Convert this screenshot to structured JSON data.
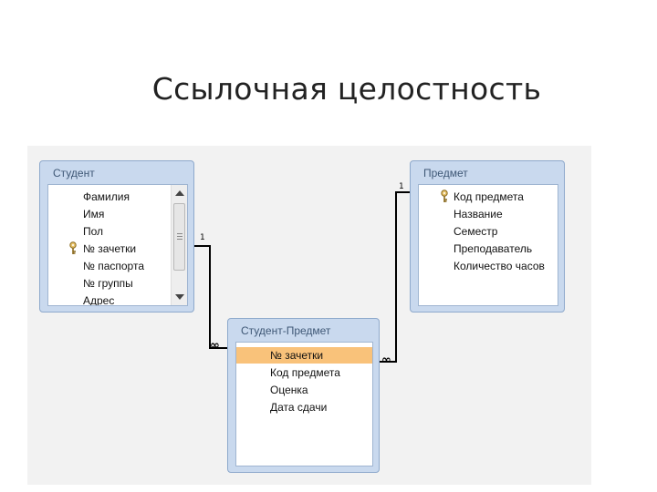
{
  "slide": {
    "title": "Ссылочная целостность"
  },
  "tables": {
    "student": {
      "title": "Студент",
      "fields": [
        "Фамилия",
        "Имя",
        "Пол",
        "№ зачетки",
        "№ паспорта",
        "№ группы",
        "Адрес"
      ],
      "key_field": "№ зачетки"
    },
    "subject": {
      "title": "Предмет",
      "fields": [
        "Код предмета",
        "Название",
        "Семестр",
        "Преподаватель",
        "Количество часов"
      ],
      "key_field": "Код предмета"
    },
    "student_subject": {
      "title": "Студент-Предмет",
      "fields": [
        "№ зачетки",
        "Код предмета",
        "Оценка",
        "Дата сдачи"
      ],
      "selected_field": "№ зачетки"
    }
  },
  "relationships": {
    "student_to_link": {
      "one": "1",
      "many": "∞"
    },
    "subject_to_link": {
      "one": "1",
      "many": "∞"
    }
  },
  "colors": {
    "table_frame": "#c9d9ee",
    "selected_row": "#f9c27a",
    "canvas": "#f2f2f2"
  },
  "icons": {
    "primary_key": "key-icon"
  }
}
